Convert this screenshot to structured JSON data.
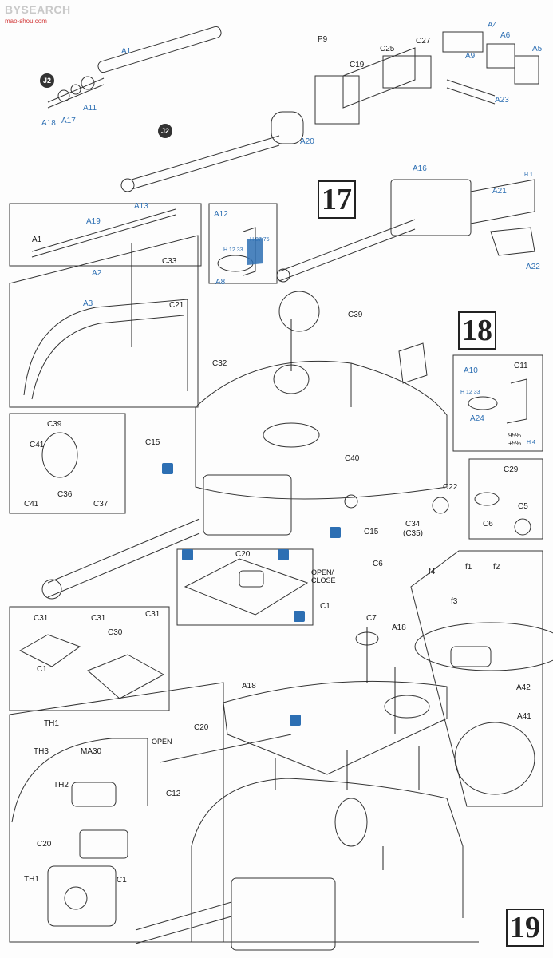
{
  "watermark": {
    "text": "BYSEARCH",
    "sub": "mao-shou.com"
  },
  "steps": {
    "s17": "17",
    "s18": "18",
    "s19": "19"
  },
  "marker": {
    "j2": "J2"
  },
  "open_close": {
    "line1": "OPEN/",
    "line2": "CLOSE",
    "open": "OPEN"
  },
  "paint_codes": {
    "h12": "H 12 33",
    "h87": "H 87 75",
    "h1": "H 1",
    "pct95": "95%",
    "pct5": "+5%",
    "code_h4": "H 4"
  },
  "parts": {
    "A1": "A1",
    "A1b": "A1",
    "A2": "A2",
    "A3": "A3",
    "A4": "A4",
    "A5": "A5",
    "A6": "A6",
    "A8": "A8",
    "A9": "A9",
    "A10": "A10",
    "A11": "A11",
    "A12": "A12",
    "A13": "A13",
    "A16": "A16",
    "A17": "A17",
    "A18": "A18",
    "A18b": "A18",
    "A18c": "A18",
    "A19": "A19",
    "A20": "A20",
    "A21": "A21",
    "A22": "A22",
    "A23": "A23",
    "A24": "A24",
    "A41": "A41",
    "A42": "A42",
    "C1": "C1",
    "C1b": "C1",
    "C1c": "C1",
    "C5": "C5",
    "C6": "C6",
    "C6b": "C6",
    "C7": "C7",
    "C11": "C11",
    "C12": "C12",
    "C15": "C15",
    "C15b": "C15",
    "C19": "C19",
    "C20": "C20",
    "C20b": "C20",
    "C20c": "C20",
    "C21": "C21",
    "C22": "C22",
    "C25": "C25",
    "C27": "C27",
    "C29": "C29",
    "C30": "C30",
    "C31": "C31",
    "C31b": "C31",
    "C31c": "C31",
    "C32": "C32",
    "C33": "C33",
    "C34": "C34",
    "C35": "(C35)",
    "C36": "C36",
    "C37": "C37",
    "C39": "C39",
    "C39b": "C39",
    "C40": "C40",
    "C41": "C41",
    "C41b": "C41",
    "P9": "P9",
    "f1": "f1",
    "f2": "f2",
    "f3": "f3",
    "f4": "f4",
    "TH1": "TH1",
    "TH1b": "TH1",
    "TH2": "TH2",
    "TH3": "TH3",
    "MA30": "MA30"
  }
}
